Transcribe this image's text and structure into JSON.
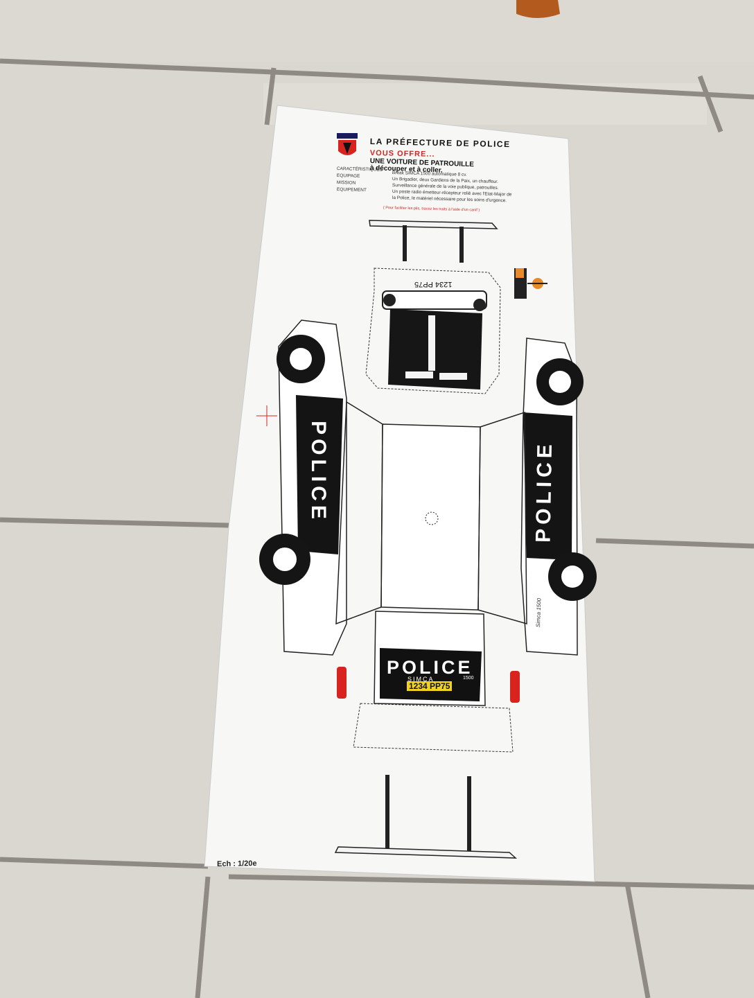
{
  "poster": {
    "title": "LA PRÉFECTURE DE POLICE",
    "offer_line": "VOUS OFFRE...",
    "subtitle_line1": "UNE VOITURE DE PATROUILLE",
    "subtitle_line2": "à découper et à coller.",
    "specs": [
      {
        "label": "CARACTÉRISTIQUES",
        "value": "Break SIMCA 1500 automatique 8 cv."
      },
      {
        "label": "EQUIPAGE",
        "value": "Un Brigadier, deux Gardiens de la Paix, un chauffeur."
      },
      {
        "label": "MISSION",
        "value": "Surveillance générale de la voie publique, patrouilles."
      },
      {
        "label": "EQUIPEMENT",
        "value": "Un poste radio émetteur-récepteur relié avec l'Etat-Major de"
      },
      {
        "label": "",
        "value": "la Police, le matériel nécessaire pour les soins d'urgence."
      }
    ],
    "note": "( Pour faciliter les plis, tracez les traits à l'aide d'un canif )",
    "scale_label": "Ech : 1/20e"
  },
  "car": {
    "side_label_left": "POLICE",
    "side_label_right": "POLICE",
    "rear_label": "POLICE",
    "brand": "SIMCA",
    "model_badge": "1500",
    "plate": "1234 PP75",
    "plate_top": "1234 PP75",
    "signature": "Simca 1500"
  },
  "colors": {
    "tile_grout": "#8f8a84",
    "tile": "#d9d5cf",
    "paper": "#f7f7f5",
    "ink": "#111111",
    "accent_red": "#d8231f",
    "plate_yellow": "#f2d220",
    "beacon_orange": "#e8892c"
  }
}
